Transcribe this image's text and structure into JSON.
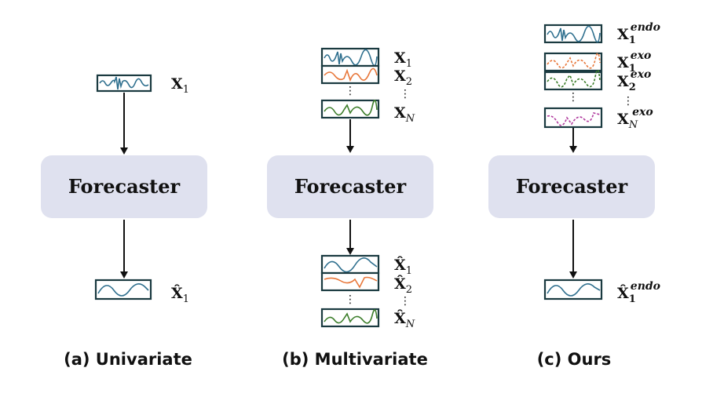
{
  "panels": {
    "a": {
      "caption": "(a) Univariate",
      "forecaster": "Forecaster",
      "input_label": {
        "base": "X",
        "sub": "1"
      },
      "output_label": {
        "base": "X̂",
        "sub": "1"
      }
    },
    "b": {
      "caption": "(b) Multivariate",
      "forecaster": "Forecaster",
      "inputs": [
        {
          "base": "X",
          "sub": "1"
        },
        {
          "base": "X",
          "sub": "2"
        },
        {
          "base": "X",
          "sub": "N"
        }
      ],
      "outputs": [
        {
          "base": "X̂",
          "sub": "1"
        },
        {
          "base": "X̂",
          "sub": "2"
        },
        {
          "base": "X̂",
          "sub": "N"
        }
      ],
      "ellipsis": "⋮"
    },
    "c": {
      "caption": "(c) Ours",
      "forecaster": "Forecaster",
      "endo_label": {
        "base": "X",
        "sub": "1",
        "sup": "endo"
      },
      "exo_labels": [
        {
          "base": "X",
          "sub": "1",
          "sup": "exo"
        },
        {
          "base": "X",
          "sub": "2",
          "sup": "exo"
        },
        {
          "base": "X",
          "sub": "N",
          "sup": "exo"
        }
      ],
      "output_label": {
        "base": "X̂",
        "sub": "1",
        "sup": "endo"
      },
      "ellipsis": "⋮"
    }
  },
  "colors": {
    "blue_series": "#2e6f8e",
    "orange_series": "#e8773a",
    "green_series": "#3b7d2a",
    "purple_series": "#b03a9e",
    "frame": "#1a3a40",
    "forecaster_fill": "#dfe1ef"
  }
}
